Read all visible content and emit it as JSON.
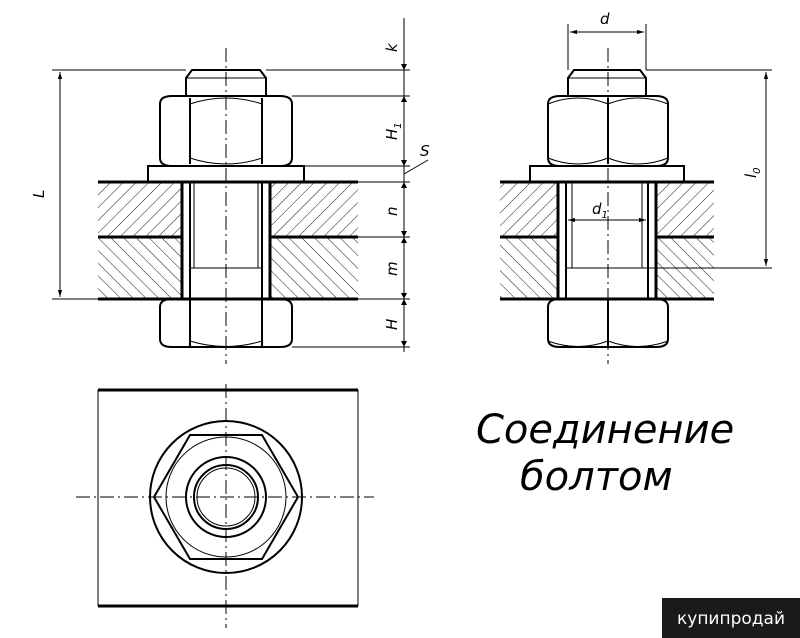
{
  "title": {
    "line1": "Соединение",
    "line2": "болтом"
  },
  "dimensions": {
    "L": "L",
    "k": "k",
    "H1": "H",
    "H1_sub": "1",
    "S": "S",
    "n": "n",
    "m": "m",
    "H": "H",
    "d": "d",
    "d1": "d",
    "d1_sub": "1",
    "l0": "l",
    "l0_sub": "0"
  },
  "watermark": {
    "text": "купипродай"
  }
}
